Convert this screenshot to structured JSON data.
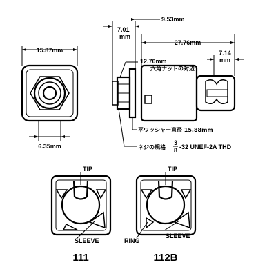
{
  "dimensions": {
    "front_width": "15.87mm",
    "pin_spacing": "6.35mm",
    "top_offset": "9.53mm",
    "panel_thickness_a": "7.01",
    "panel_thickness_b": "mm",
    "body_length": "27.76mm",
    "terminal_a": "7.14",
    "terminal_b": "mm",
    "hex_nut": "12.70mm",
    "hex_nut_label": "六角ナットの対辺",
    "washer": "平ワッシャー直径 15.88mm",
    "thread_prefix": "ネジの規格",
    "thread_num": "3",
    "thread_den": "8",
    "thread_suffix": "-32 UNEF-2A THD"
  },
  "labels": {
    "tip_a": "TIP",
    "sleeve_a": "SLEEVE",
    "tip_b": "TIP",
    "sleeve_b": "SLEEVE",
    "ring_b": "RING"
  },
  "models": {
    "left": "111",
    "right": "112B"
  }
}
